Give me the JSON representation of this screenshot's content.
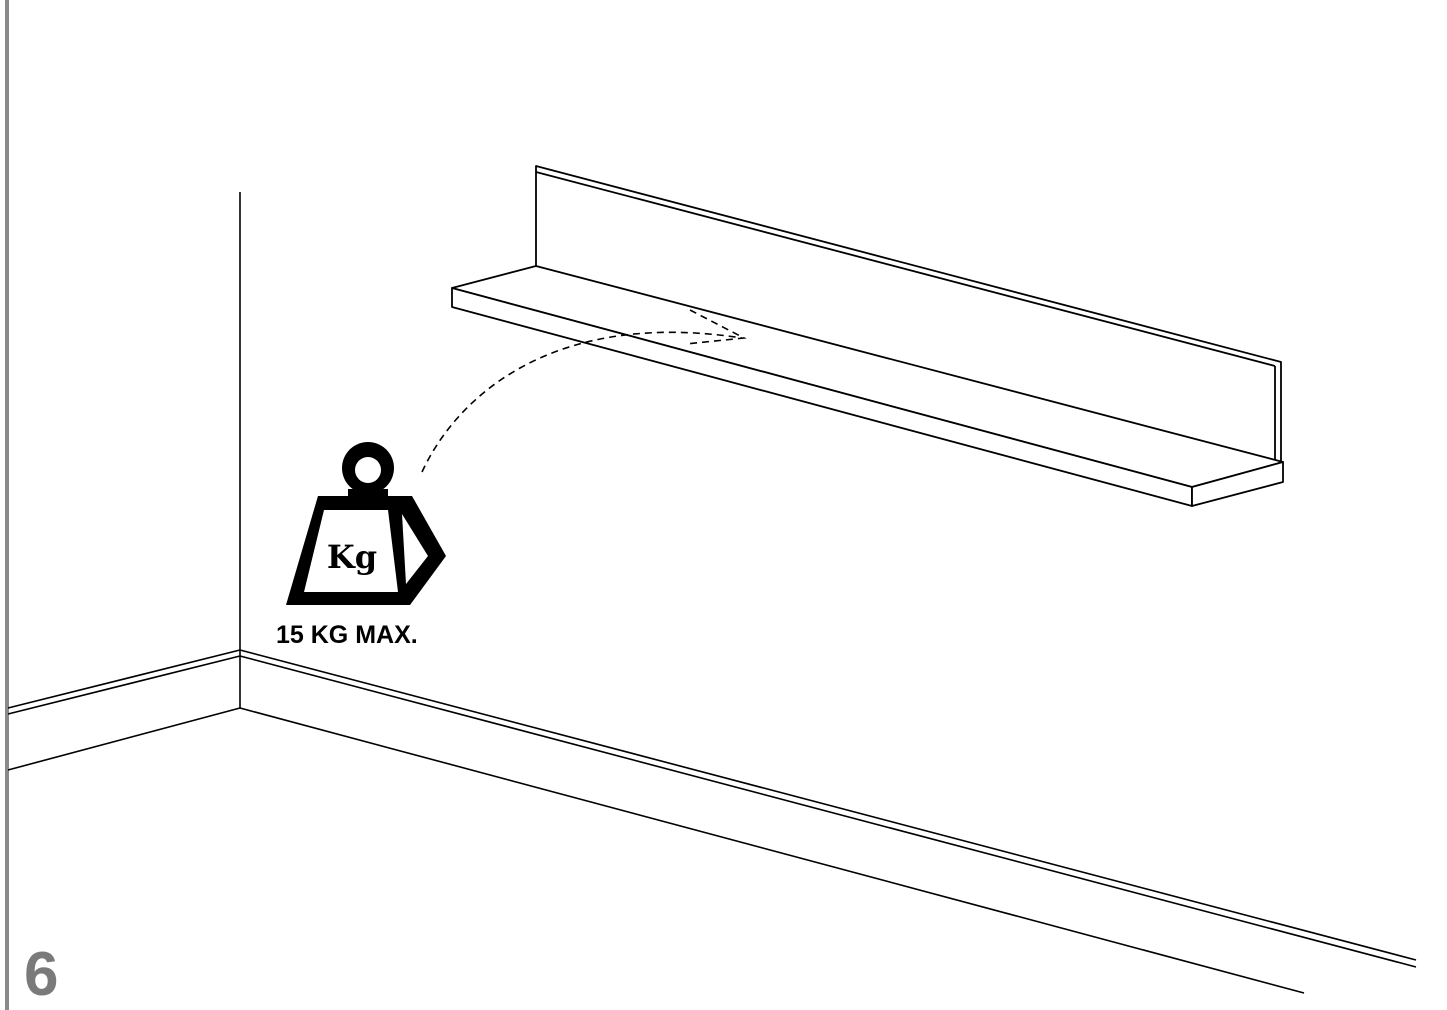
{
  "step": {
    "number": "6"
  },
  "weight": {
    "icon_text": "Kg",
    "max_load_label": "15 KG MAX."
  },
  "icons": {
    "weight": "weight-icon",
    "arrow": "curved-arrow-icon"
  },
  "colors": {
    "line": "#000000",
    "step_number": "#7a7a7a",
    "border": "#8a8a8a"
  }
}
